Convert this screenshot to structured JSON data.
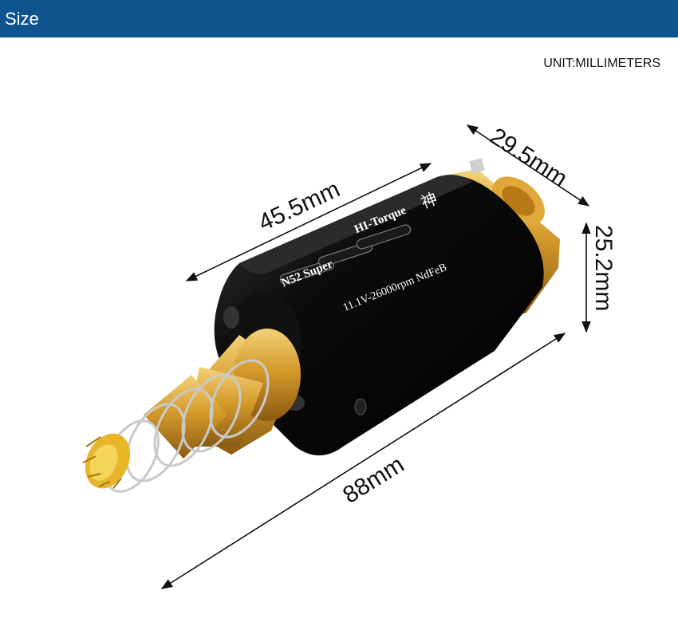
{
  "header": {
    "title": "Size",
    "background": "#10548f"
  },
  "unit_label": "UNIT:MILLIMETERS",
  "dimensions": {
    "length_a": "45.5mm",
    "length_b": "29.5mm",
    "height": "25.2mm",
    "total": "88mm"
  },
  "motor_label": {
    "line1": "N52 Super",
    "line2": "HI-Torque",
    "line3": "11.1V-26000rpm NdFeB",
    "glyph": "神"
  },
  "colors": {
    "body": "#0b0b0b",
    "brass": "#d49a2a",
    "spring": "#c9c9c9"
  }
}
